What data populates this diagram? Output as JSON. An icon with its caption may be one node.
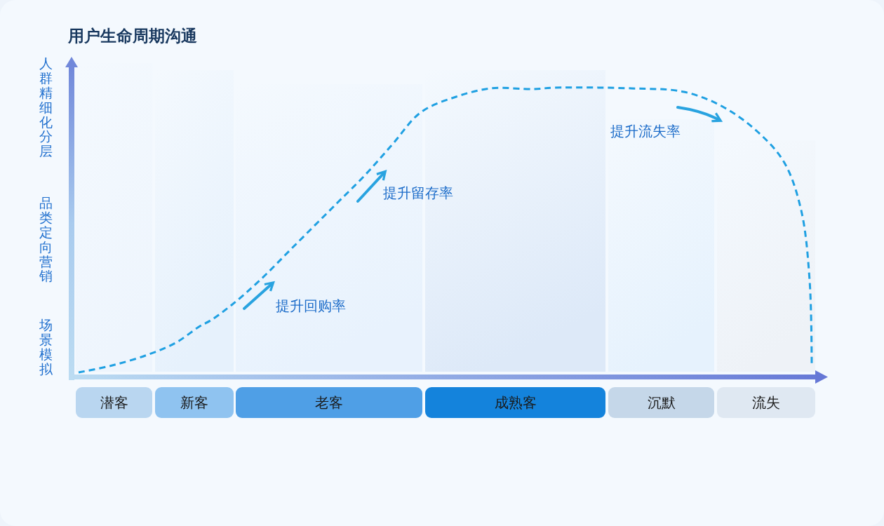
{
  "diagram": {
    "title": "用户生命周期沟通",
    "nodes": [
      {
        "text": [
          "潜客"
        ]
      },
      {
        "text": [
          "新客"
        ]
      },
      {
        "text": [
          "老客"
        ]
      },
      {
        "text": [
          "成熟客"
        ]
      },
      {
        "text": [
          "沉默"
        ]
      },
      {
        "text": [
          "流失"
        ]
      }
    ],
    "labels": [
      "人群精细化分层",
      "品类定向营销",
      "场景模拟",
      "提升回购率",
      "提升留存率",
      "提升流失率"
    ]
  }
}
